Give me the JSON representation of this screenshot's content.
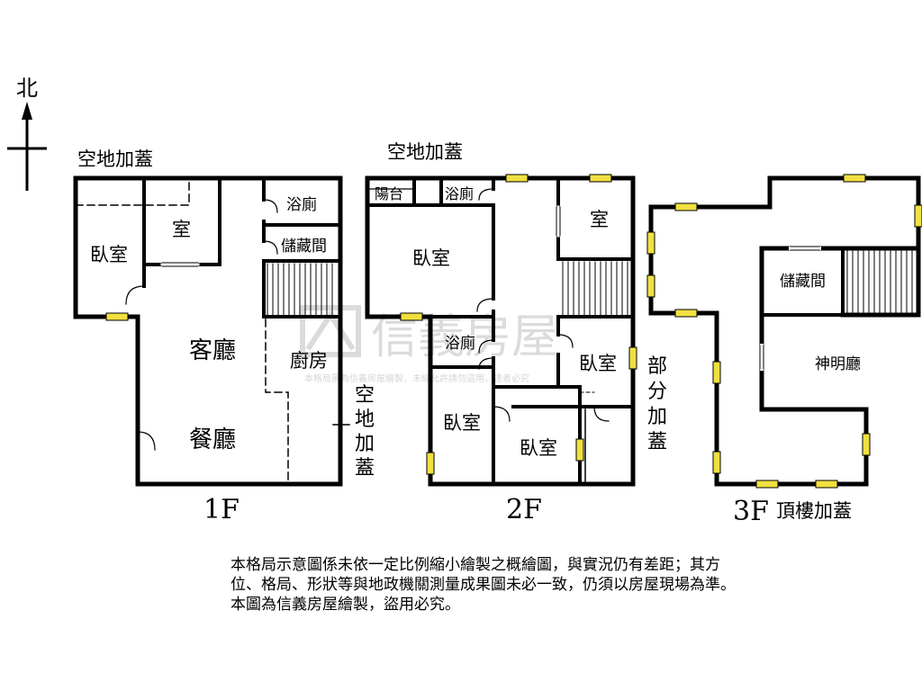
{
  "compass": {
    "north": "北"
  },
  "floors": {
    "f1": {
      "name": "1F",
      "annex_top": "空地加蓋",
      "annex_side": [
        "空",
        "地",
        "加",
        "蓋"
      ],
      "rooms": {
        "bedroom": "臥室",
        "room": "室",
        "bath": "浴廁",
        "storage": "儲藏間",
        "living": "客廳",
        "dining": "餐廳",
        "kitchen": "廚房"
      }
    },
    "f2": {
      "name": "2F",
      "annex_top": "空地加蓋",
      "annex_side": [
        "部",
        "分",
        "加",
        "蓋"
      ],
      "rooms": {
        "balcony": "陽台",
        "bath_top": "浴廁",
        "bedroom_main": "臥室",
        "room": "室",
        "bath_mid": "浴廁",
        "bedroom_right": "臥室",
        "bedroom_left": "臥室",
        "bedroom_bottom": "臥室"
      }
    },
    "f3": {
      "name": "3F",
      "caption": "頂樓加蓋",
      "rooms": {
        "storage": "儲藏間",
        "shrine": "神明廳"
      }
    }
  },
  "watermark": {
    "brand": "信義房屋",
    "note": "本格局圖為信義房屋繪製，未經允許請勿盜用，違者必究"
  },
  "disclaimer": [
    "本格局示意圖係未依一定比例縮小繪製之概繪圖，與實況仍有差距；其方",
    "位、格局、形狀等與地政機關測量成果圖未必一致，仍須以房屋現場為準。",
    "本圖為信義房屋繪製，盜用必究。"
  ],
  "colors": {
    "wall": "#000000",
    "window": "#f0e040",
    "watermark": "#c8c8c8"
  }
}
